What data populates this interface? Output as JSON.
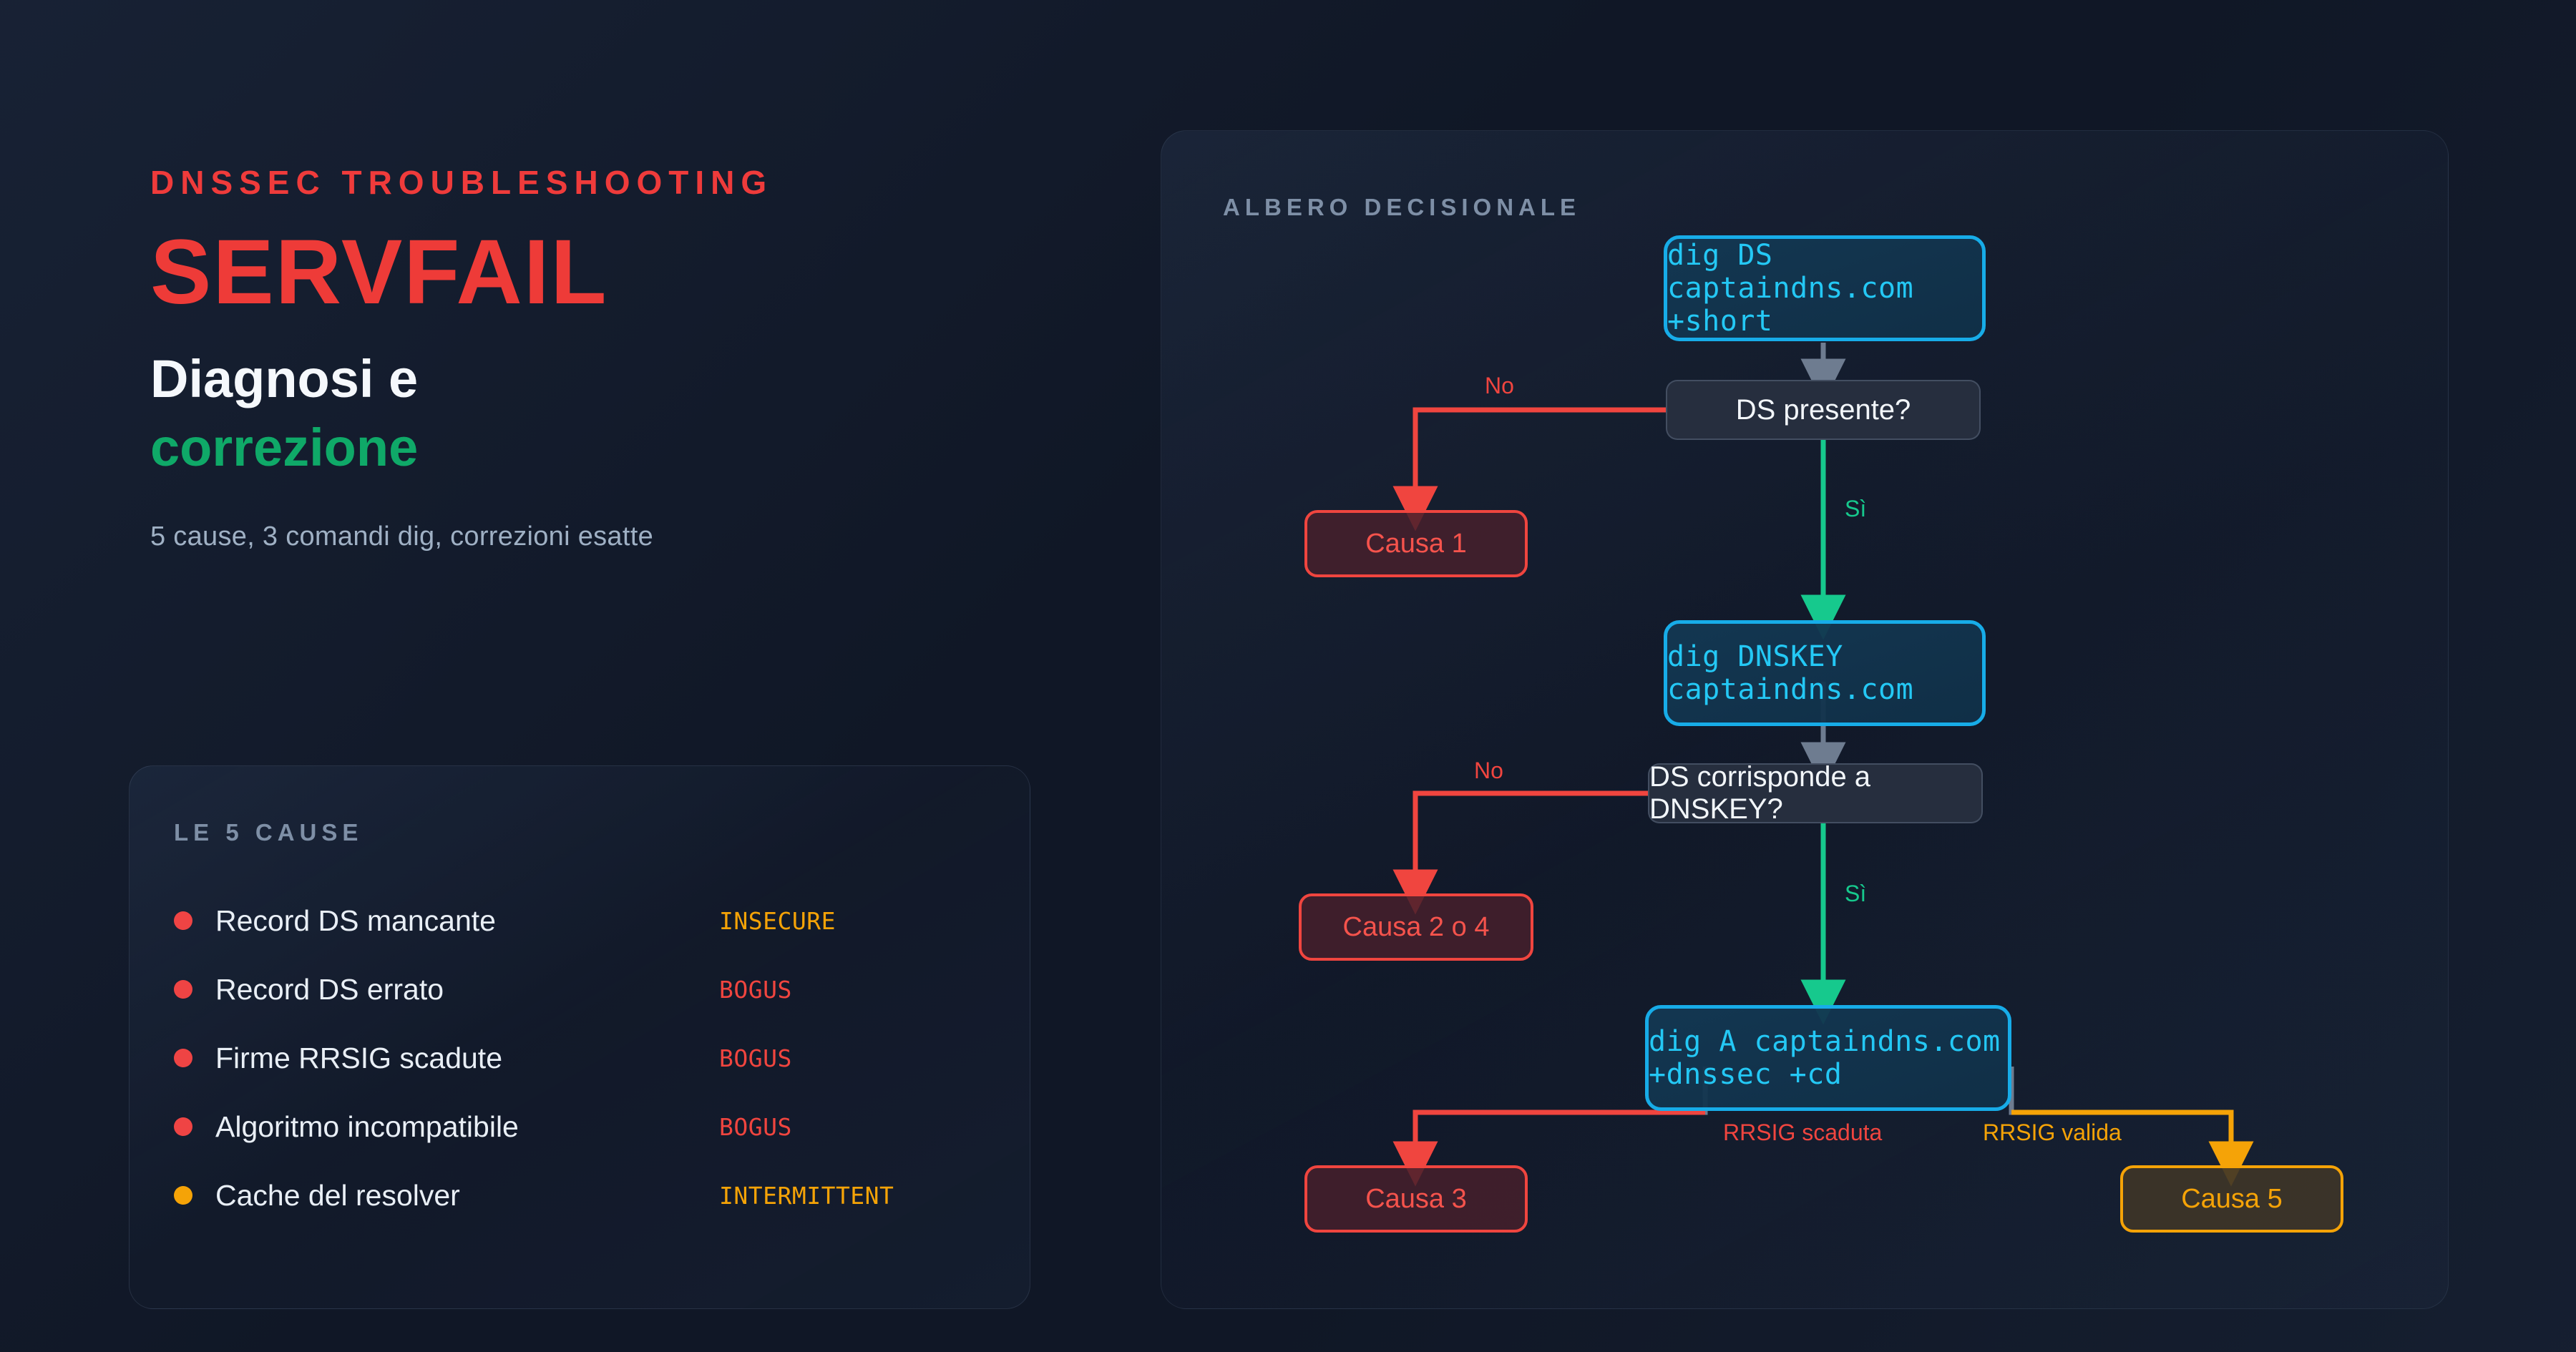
{
  "hero": {
    "eyebrow": "DNSSEC TROUBLESHOOTING",
    "error_code": "SERVFAIL",
    "headline_line1": "Diagnosi e",
    "headline_line2": "correzione",
    "subtext": "5 cause, 3 comandi dig, correzioni esatte"
  },
  "cause_card": {
    "label": "LE 5 CAUSE",
    "items": [
      {
        "name": "Record DS mancante",
        "tag": "INSECURE",
        "dot_color": "#EF4444",
        "tag_color": "#F5A307"
      },
      {
        "name": "Record DS errato",
        "tag": "BOGUS",
        "dot_color": "#EF4444",
        "tag_color": "#F0453F"
      },
      {
        "name": "Firme RRSIG scadute",
        "tag": "BOGUS",
        "dot_color": "#EF4444",
        "tag_color": "#F0453F"
      },
      {
        "name": "Algoritmo incompatibile",
        "tag": "BOGUS",
        "dot_color": "#EF4444",
        "tag_color": "#F0453F"
      },
      {
        "name": "Cache del resolver",
        "tag": "INTERMITTENT",
        "dot_color": "#F5A307",
        "tag_color": "#F5A307"
      }
    ]
  },
  "tree": {
    "label": "ALBERO DECISIONALE",
    "nodes": {
      "cmd1": "dig DS captaindns.com +short",
      "q1": "DS presente?",
      "causa1": "Causa 1",
      "cmd2": "dig DNSKEY captaindns.com",
      "q2": "DS corrisponde a DNSKEY?",
      "causa24": "Causa 2 o 4",
      "cmd3": "dig A captaindns.com +dnssec +cd",
      "causa3": "Causa 3",
      "causa5": "Causa 5"
    },
    "edges": {
      "q1_no": "No",
      "q1_yes": "Sì",
      "q2_no": "No",
      "q2_yes": "Sì",
      "rrsig_expired": "RRSIG scaduta",
      "rrsig_valid": "RRSIG valida"
    }
  },
  "colors": {
    "background": "#101726",
    "red": "#EF3B3B",
    "green": "#0FA968",
    "cyan": "#24C8F5",
    "amber": "#F5A307",
    "mint": "#16C98D",
    "muted": "#7E8FA6"
  }
}
